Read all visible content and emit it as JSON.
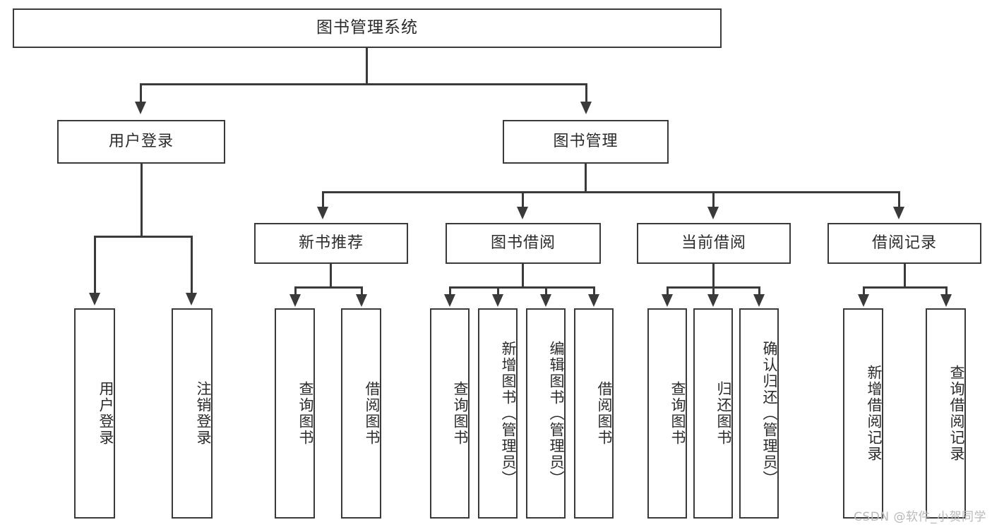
{
  "diagram": {
    "title": "图书管理系统",
    "type": "tree-hierarchy",
    "root": {
      "label": "图书管理系统"
    },
    "level1": [
      {
        "label": "用户登录"
      },
      {
        "label": "图书管理"
      }
    ],
    "level2": [
      {
        "label": "新书推荐"
      },
      {
        "label": "图书借阅"
      },
      {
        "label": "当前借阅"
      },
      {
        "label": "借阅记录"
      }
    ],
    "leaves": {
      "user_login": [
        {
          "label": "用户登录"
        },
        {
          "label": "注销登录"
        }
      ],
      "new_book_recommend": [
        {
          "label": "查询图书"
        },
        {
          "label": "借阅图书"
        }
      ],
      "book_borrow": [
        {
          "label": "查询图书"
        },
        {
          "label": "新增图书（管理员）"
        },
        {
          "label": "编辑图书（管理员）"
        },
        {
          "label": "借阅图书"
        }
      ],
      "current_borrow": [
        {
          "label": "查询图书"
        },
        {
          "label": "归还图书"
        },
        {
          "label": "确认归还（管理员）"
        }
      ],
      "borrow_record": [
        {
          "label": "新增借阅记录"
        },
        {
          "label": "查询借阅记录"
        }
      ]
    }
  },
  "watermark": {
    "text": "CSDN @软件_小贺同学"
  },
  "colors": {
    "border": "#3a3a3a",
    "text": "#2b2b2b",
    "background": "#ffffff",
    "watermark": "#b9b9b9"
  }
}
